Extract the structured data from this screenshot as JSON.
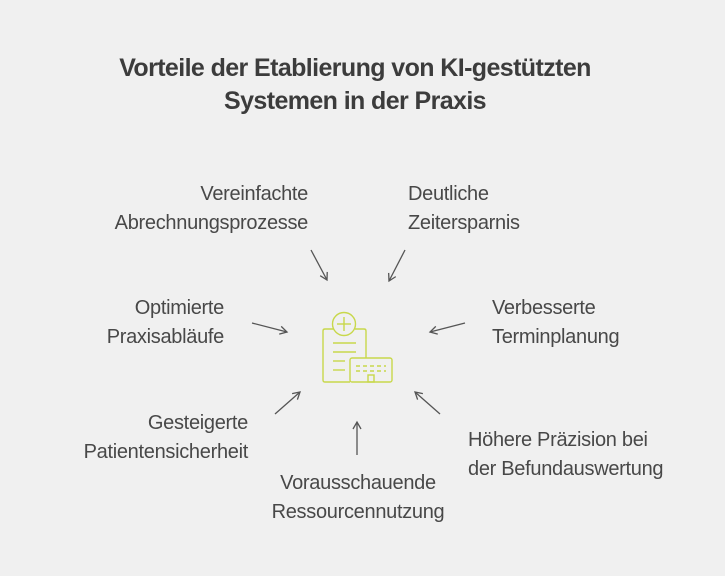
{
  "title": {
    "line1": "Vorteile der Etablierung von KI-gestützten",
    "line2": "Systemen in der Praxis"
  },
  "center_icon": "medical-clipboard-hospital-icon",
  "colors": {
    "icon": "#c8d84a",
    "arrow": "#555555",
    "background": "#f0f0f0"
  },
  "benefits": [
    {
      "line1": "Vereinfachte",
      "line2": "Abrechnungsprozesse"
    },
    {
      "line1": "Deutliche",
      "line2": "Zeitersparnis"
    },
    {
      "line1": "Optimierte",
      "line2": "Praxisabläufe"
    },
    {
      "line1": "Verbesserte",
      "line2": "Terminplanung"
    },
    {
      "line1": "Gesteigerte",
      "line2": "Patientensicherheit"
    },
    {
      "line1": "Höhere Präzision bei",
      "line2": "der Befundauswertung"
    },
    {
      "line1": "Vorausschauende",
      "line2": "Ressourcennutzung"
    }
  ]
}
